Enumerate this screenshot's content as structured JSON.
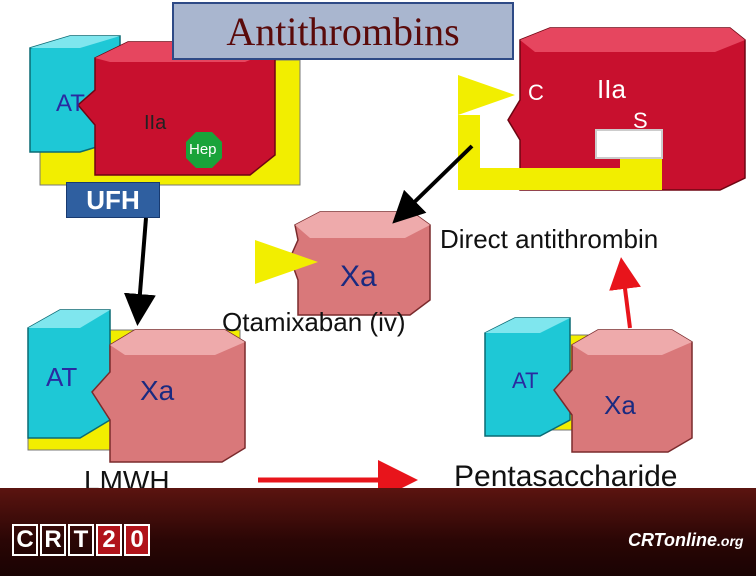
{
  "slide": {
    "title": "Antithrombins",
    "labels": {
      "at_top": "AT",
      "iia_top": "IIa",
      "hep": "Hep",
      "ufh": "UFH",
      "c": "C",
      "iia_right": "IIa",
      "s": "S",
      "xa_center": "Xa",
      "direct_antithrombin": "Direct antithrombin",
      "otamixaban": "Otamixaban (iv)",
      "at_left": "AT",
      "xa_left": "Xa",
      "lmwh": "LMWH",
      "at_right": "AT",
      "xa_right": "Xa",
      "pentasaccharide": "Pentasaccharide"
    },
    "footer": {
      "crt_letters": [
        "C",
        "R",
        "T",
        "2",
        "0"
      ],
      "crtonline_main": "CRTonline",
      "crtonline_suffix": ".org"
    }
  },
  "colors": {
    "iia_red": "#c8102e",
    "xa_pink": "#d9787a",
    "at_cyan": "#1ec8d6",
    "heparin_yellow": "#f2ee00",
    "hep_green": "#19a33a",
    "arrow_black": "#000000",
    "arrow_red": "#e8141b",
    "footer_dark": "#2a0605"
  }
}
